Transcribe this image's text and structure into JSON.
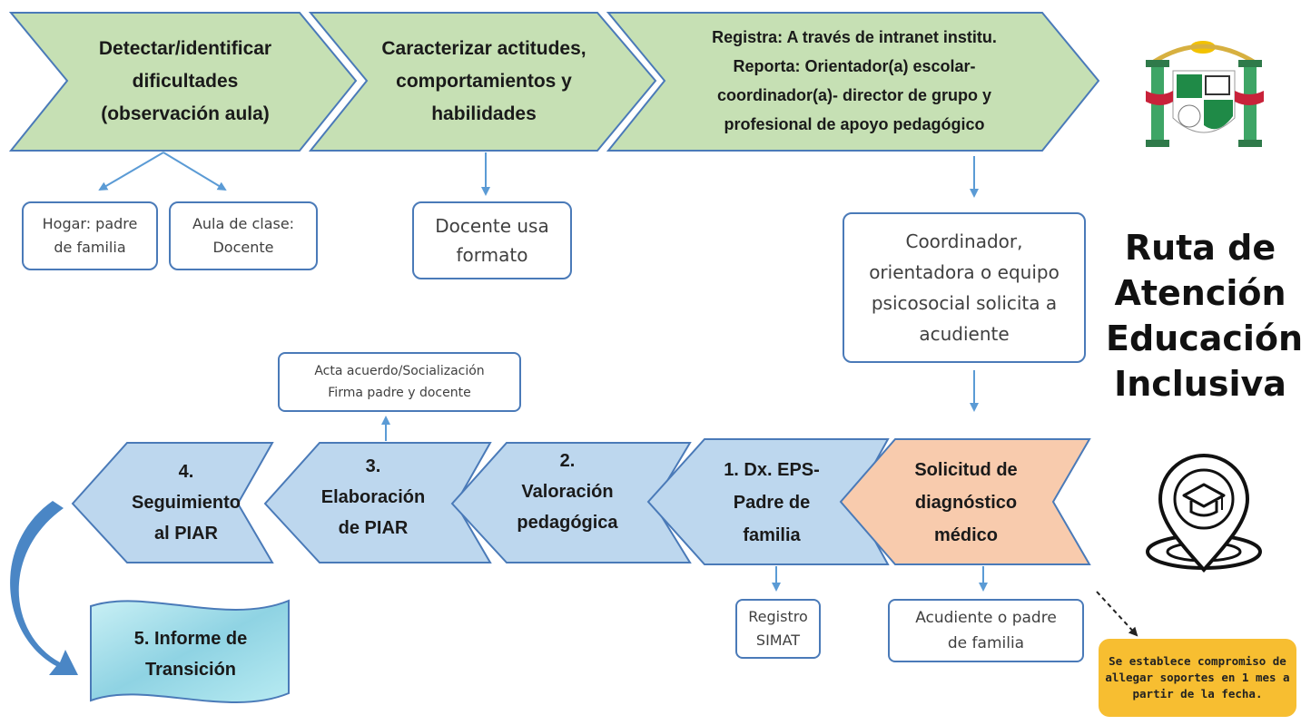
{
  "title_lines": [
    "Ruta de",
    "Atención",
    "Educación",
    "Inclusiva"
  ],
  "top_steps": [
    {
      "lines": [
        "Detectar/identificar",
        "dificultades",
        "(observación aula)"
      ]
    },
    {
      "lines": [
        "Caracterizar actitudes,",
        "comportamientos y",
        "habilidades"
      ]
    },
    {
      "lines": [
        "Registra: A través de intranet institu.",
        "Reporta: Orientador(a) escolar-",
        "coordinador(a)- director de grupo y",
        "profesional de apoyo pedagógico"
      ]
    }
  ],
  "top_boxes": {
    "hogar": [
      "Hogar: padre",
      "de familia"
    ],
    "aula": [
      "Aula de clase:",
      "Docente"
    ],
    "docente": [
      "Docente usa",
      "formato"
    ],
    "coordinador": [
      "Coordinador,",
      "orientadora o equipo",
      "psicosocial solicita a",
      "acudiente"
    ]
  },
  "acta": [
    "Acta acuerdo/Socialización",
    "Firma padre y docente"
  ],
  "bottom_steps": [
    {
      "lines": [
        "4.",
        "Seguimiento",
        "al PIAR"
      ]
    },
    {
      "lines": [
        "3.",
        "Elaboración",
        "de PIAR"
      ]
    },
    {
      "lines": [
        "2.",
        "Valoración",
        "pedagógica"
      ]
    },
    {
      "lines": [
        "1. Dx. EPS-",
        "Padre de",
        "familia"
      ]
    },
    {
      "lines": [
        "Solicitud de",
        "diagnóstico",
        "médico"
      ]
    }
  ],
  "bottom_boxes": {
    "registro": [
      "Registro",
      "SIMAT"
    ],
    "acudiente": [
      "Acudiente o padre",
      "de familia"
    ]
  },
  "informe": [
    "5. Informe de",
    "Transición"
  ],
  "note": [
    "Se establece compromiso de",
    "allegar soportes en 1 mes a",
    "partir de la fecha."
  ],
  "colors": {
    "green_fill": "#c6e0b4",
    "blue_fill": "#bdd7ee",
    "orange_fill": "#f8cbad",
    "outline": "#4a7ab8",
    "arrow": "#5b9bd5",
    "note_fill": "#f7be31",
    "informe_fill": "#a8e0ea"
  },
  "icons": [
    "school-crest-icon",
    "graduation-cap-location-pin-icon"
  ]
}
